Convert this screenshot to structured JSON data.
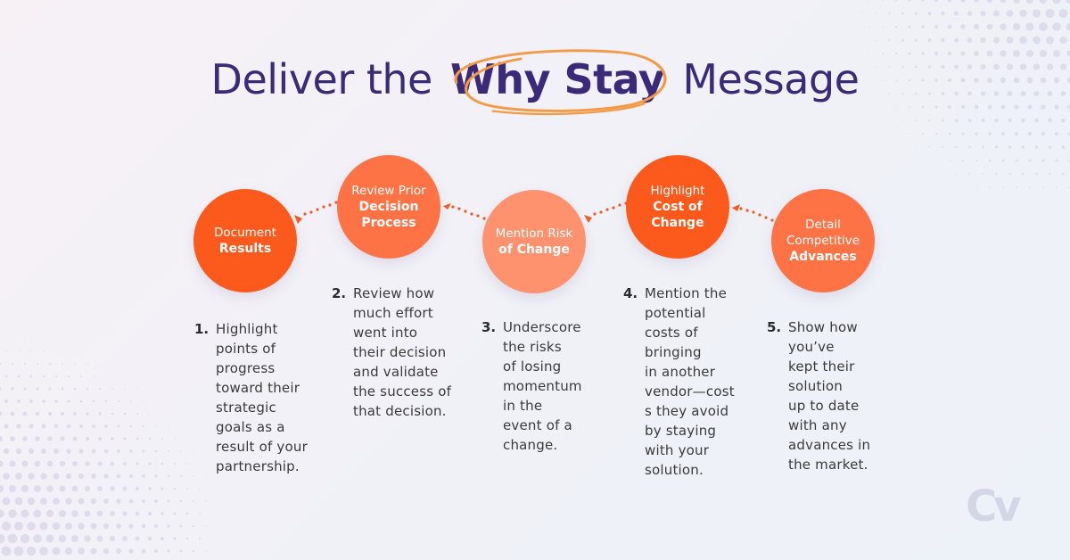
{
  "title": {
    "prefix": "Deliver the",
    "highlight": "Why Stay",
    "suffix": "Message",
    "color": "#3b2a7a",
    "highlight_ring_color": "#f29a45"
  },
  "circles": [
    {
      "light": "Document",
      "bold": "Results",
      "color": "#fc5a1c"
    },
    {
      "light": "Review Prior",
      "bold": "Decision Process",
      "color": "#fd7346"
    },
    {
      "light": "Mention Risk",
      "bold": "of Change",
      "color": "#fe916e"
    },
    {
      "light": "Highlight",
      "bold": "Cost of Change",
      "color": "#fc5a1c"
    },
    {
      "light": "Detail Competitive",
      "bold": "Advances",
      "color": "#fd7346"
    }
  ],
  "steps": [
    {
      "num": "1.",
      "text": "Highlight\npoints of\nprogress\ntoward their\nstrategic\ngoals as a\nresult of your\npartnership."
    },
    {
      "num": "2.",
      "text": "Review how\nmuch effort\nwent into\ntheir decision\nand validate\nthe success of\nthat decision."
    },
    {
      "num": "3.",
      "text": "Underscore\nthe risks\nof losing\nmomentum\nin the\nevent of a\nchange."
    },
    {
      "num": "4.",
      "text": "Mention the\npotential\ncosts of\nbringing\nin another\nvendor—cost\ns they avoid\nby staying\nwith your\nsolution."
    },
    {
      "num": "5.",
      "text": "Show how\nyou’ve\nkept their\nsolution\nup to date\nwith any\nadvances in\nthe market."
    }
  ],
  "connector_color": "#f25a23",
  "logo": {
    "text": "Cv",
    "color": "#d3d6e6"
  }
}
